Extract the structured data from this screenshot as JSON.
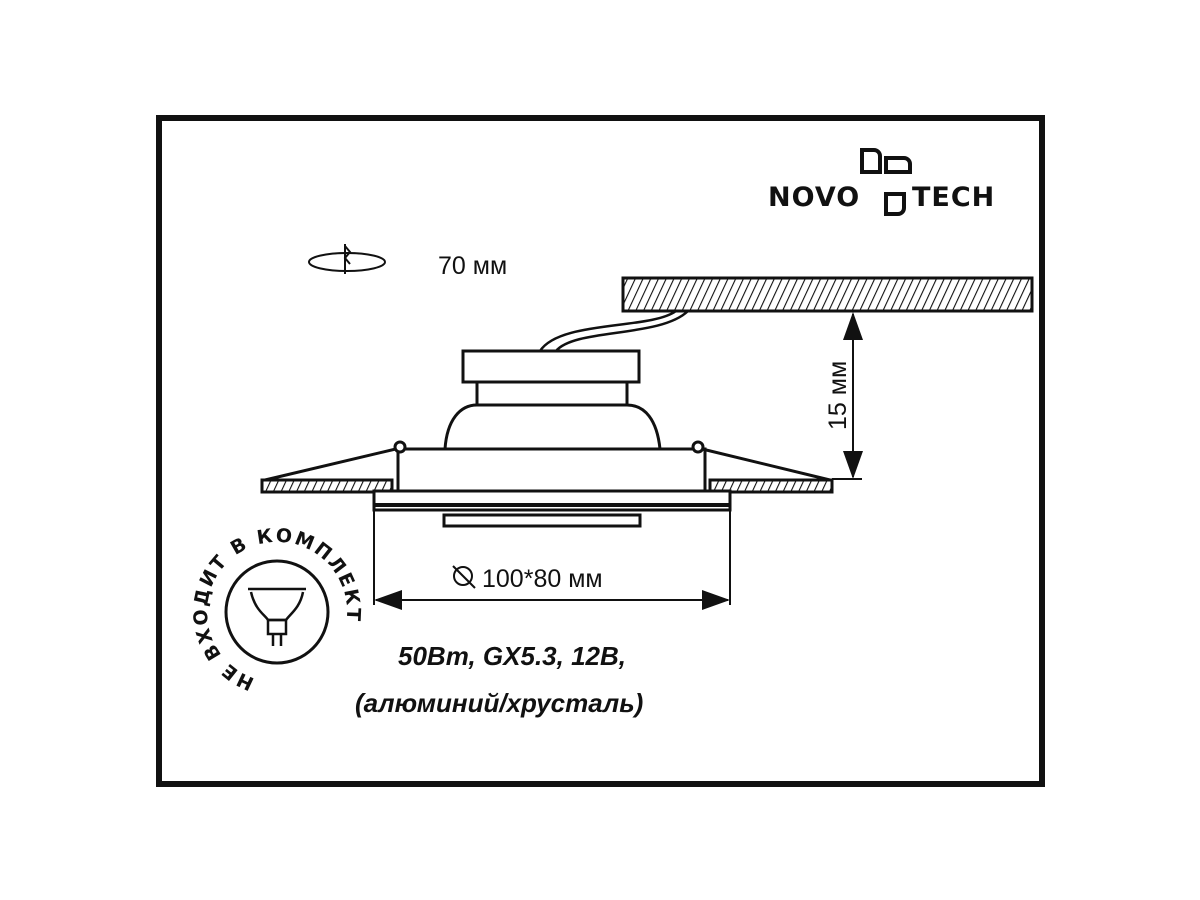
{
  "logo": {
    "left": "NOVO",
    "right": "TECH"
  },
  "cutout": {
    "label": "70 мм"
  },
  "depth": {
    "label": "15 мм"
  },
  "size": {
    "label": "100*80 мм"
  },
  "badge": {
    "text": "НЕ ВХОДИТ В КОМПЛЕКТ"
  },
  "specs": {
    "line1": "50Вт, GX5.3, 12В,",
    "line2": "(алюминий/хрусталь)"
  },
  "colors": {
    "ink": "#111111",
    "background": "#ffffff"
  }
}
